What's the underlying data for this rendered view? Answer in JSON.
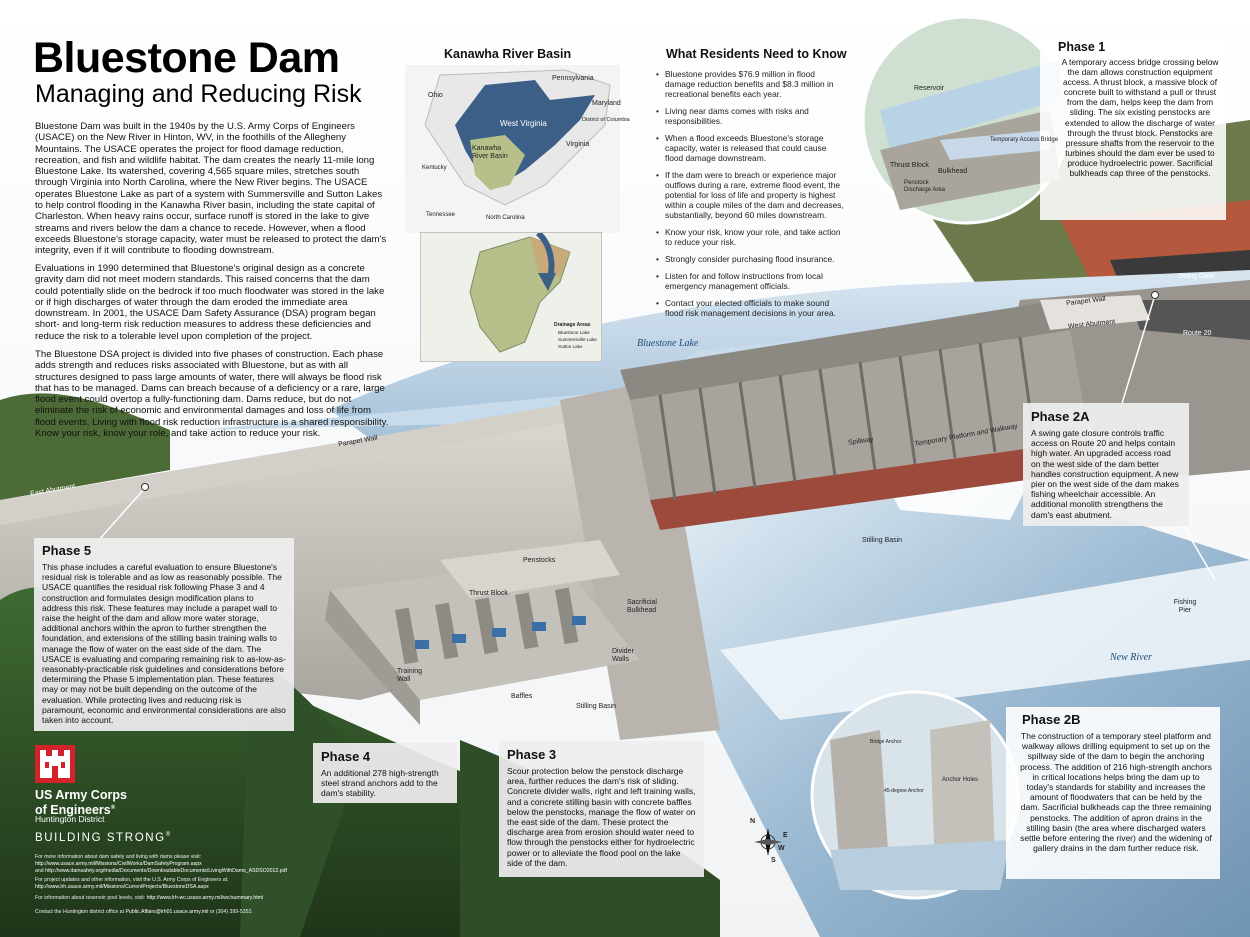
{
  "title": "Bluestone Dam",
  "subtitle": "Managing and Reducing Risk",
  "intro_paragraphs": [
    "Bluestone Dam was built in the 1940s by the U.S. Army Corps of Engineers (USACE) on the New River in Hinton, WV, in the foothills of the Allegheny Mountains. The USACE operates the project for flood damage reduction, recreation, and fish and wildlife habitat. The dam creates the nearly 11-mile long Bluestone Lake. Its watershed, covering 4,565 square miles, stretches south through Virginia into North Carolina, where the New River begins. The USACE operates Bluestone Lake as part of a system with Summersville and Sutton Lakes to help control flooding in the Kanawha River basin, including the state capital of Charleston. When heavy rains occur, surface runoff is stored in the lake to give streams and rivers below the dam a chance to recede. However, when a flood exceeds Bluestone's storage capacity, water must be released to protect the dam's integrity, even if it will contribute to flooding downstream.",
    "Evaluations in 1990 determined that Bluestone's original design as a concrete gravity dam did not meet modern standards. This raised concerns that the dam could potentially slide on the bedrock if too much floodwater was stored in the lake or if high discharges of water through the dam eroded the immediate area downstream. In 2001, the USACE Dam Safety Assurance (DSA) program began short- and long-term risk reduction measures to address these deficiencies and reduce the risk to a tolerable level upon completion of the project.",
    "The Bluestone DSA project is divided into five phases of construction. Each phase adds strength and reduces risks associated with Bluestone, but as with all structures designed to pass large amounts of water, there will always be flood risk that has to be managed. Dams can breach because of a deficiency or a rare, large flood event could overtop a fully-functioning dam. Dams reduce, but do not eliminate the risk of economic and environmental damages and loss of life from flood events. Living with flood risk reduction infrastructure is a shared responsibility. Know your risk, know your role, and take action to reduce your risk."
  ],
  "map": {
    "heading": "Kanawha River Basin",
    "states": [
      "Pennsylvania",
      "Ohio",
      "Maryland",
      "District of Columbia",
      "West Virginia",
      "Virginia",
      "Kentucky",
      "Tennessee",
      "North Carolina"
    ],
    "basin_label": "Kanawha River Basin",
    "legend_title": "Drainage Areas",
    "legend_items": [
      "Bluestone Lake",
      "Summersville Lake",
      "Sutton Lake"
    ]
  },
  "residents": {
    "heading": "What Residents Need to Know",
    "bullets": [
      "Bluestone provides $76.9 million in flood damage reduction benefits and $8.3 million in recreational benefits each year.",
      "Living near dams comes with risks and responsibilities.",
      "When a flood exceeds Bluestone's storage capacity, water is released that could cause flood damage downstream.",
      "If the dam were to breach or experience major outflows during a rare, extreme flood event, the potential for loss of life and property is highest within a couple miles of the dam and decreases, substantially, beyond 60 miles downstream.",
      "Know your risk, know your role, and take action to reduce your risk.",
      "Strongly consider purchasing flood insurance.",
      "Listen for and follow instructions from local emergency management officials.",
      "Contact your elected officials to make sound flood risk management decisions in your area."
    ]
  },
  "phases": {
    "p1": {
      "title": "Phase 1",
      "text": "A temporary access bridge crossing below the dam allows construction equipment access. A thrust block, a massive block of concrete built to withstand a pull or thrust from the dam, helps keep the dam from sliding. The six existing penstocks are extended to allow the discharge of water through the thrust block. Penstocks are pressure shafts from the reservoir to the turbines should the dam ever be used to produce hydroelectric power. Sacrificial bulkheads cap three of the penstocks."
    },
    "p2a": {
      "title": "Phase 2A",
      "text": "A swing gate closure controls traffic access on Route 20 and helps contain high water. An upgraded access road on the west side of the dam better handles construction equipment. A new pier on the west side of the dam makes fishing wheelchair accessible. An additional monolith strengthens the dam's east abutment."
    },
    "p2b": {
      "title": "Phase 2B",
      "text": "The construction of a temporary steel platform and walkway allows drilling equipment to set up on the spillway side of the dam to begin the anchoring process. The addition of 216 high-strength anchors in critical locations helps bring the dam up to today's standards for stability and increases the amount of floodwaters that can be held by the dam. Sacrificial bulkheads cap the three remaining penstocks. The addition of apron drains in the stilling basin (the area where discharged waters settle before entering the river) and the widening of gallery drains in the dam further reduce risk."
    },
    "p3": {
      "title": "Phase 3",
      "text": "Scour protection below the penstock discharge area, further reduces the dam's risk of sliding. Concrete divider walls, right and left training walls, and a concrete stilling basin with concrete baffles below the penstocks, manage the flow of water on the east side of the dam. These protect the discharge area from erosion should water need to flow through the penstocks either for hydroelectric power or to alleviate the flood pool on the lake side of the dam."
    },
    "p4": {
      "title": "Phase 4",
      "text": "An additional 278 high-strength steel strand anchors add to the dam's stability."
    },
    "p5": {
      "title": "Phase 5",
      "text": "This phase includes a careful evaluation to ensure Bluestone's residual risk is tolerable and as low as reasonably possible. The USACE quantifies the residual risk following Phase 3 and 4 construction and formulates design modification plans to address this risk. These features may include a parapet wall to raise the height of the dam and allow more water storage, additional anchors within the apron to further strengthen the foundation, and extensions of the stilling basin training walls to manage the flow of water on the east side of the dam. The USACE is evaluating and comparing remaining risk to as-low-as-reasonably-practicable risk guidelines and considerations before determining the Phase 5 implementation plan. These features may or may not be built depending on the outcome of the evaluation. While protecting lives and reducing risk is paramount, economic and environmental considerations are also taken into account."
    }
  },
  "labels": {
    "parapet_wall_left": "Parapet Wall",
    "east_abutment": "East Abutment",
    "parapet_wall_right": "Parapet Wall",
    "west_abutment": "West Abutment",
    "swing_gate": "Swing Gate",
    "route20": "Route 20",
    "bluestone_lake": "Bluestone Lake",
    "spillway": "Spillway",
    "temp_platform": "Temporary Platform and Walkway",
    "stilling_basin_center": "Stilling Basin",
    "stilling_basin_bottom": "Stilling Basin",
    "penstocks": "Penstocks",
    "thrust_block": "Thrust Block",
    "sacrificial_bulkhead": "Sacrificial Bulkhead",
    "training_wall": "Training Wall",
    "divider_walls": "Divider Walls",
    "baffles": "Baffles",
    "new_river": "New River",
    "fishing_pier": "Fishing Pier",
    "p1_reservoir": "Reservoir",
    "p1_thrust_block": "Thrust Block",
    "p1_bulkhead": "Bulkhead",
    "p1_temp_bridge": "Temporary Access Bridge",
    "p1_penstock_area": "Penstock Discharge Area",
    "p2b_bridge_anchor": "Bridge Anchor",
    "p2b_anchor_holes": "Anchor Holes",
    "p2b_45_anchor": "45-degree Anchor"
  },
  "compass": {
    "n": "N",
    "s": "S",
    "e": "E",
    "w": "W"
  },
  "footer": {
    "org_line1": "US Army Corps",
    "org_line2": "of Engineers",
    "org_mark": "®",
    "district": "Huntington District",
    "slogan": "BUILDING STRONG",
    "slogan_mark": "®",
    "info1": "For more information about dam safety and living with dams please visit:",
    "url1": "http://www.usace.army.mil/Missions/CivilWorks/DamSafetyProgram.aspx",
    "info1b_pre": "and",
    "url1b": "http://www.damsafety.org/media/Documents/DownloadableDocuments/LivingWithDams_ASDSO2012.pdf",
    "info2": "For project updates and other information, visit the U.S. Army Corps of Engineers at:",
    "url2": "http://www.lrh.usace.army.mil/Missions/CurrentProjects/BluestoneDSA.aspx",
    "info3": "For information about reservoir pool levels, visit:",
    "url3": "http://www.lrh-wc.usace.army.mil/wc/summary.html",
    "info4_pre": "Contact the Huntington district office at",
    "email": "Public.Affairs@lrh01.usace.army.mil",
    "info4_post": "or (304) 399-5353."
  },
  "colors": {
    "usace_red": "#d2232a",
    "water": "#b9d3e6",
    "concrete": "#c9c5bf",
    "forest": "#2c4a24",
    "wv_blue": "#3b5f86",
    "basin_green": "#b7c08a"
  }
}
